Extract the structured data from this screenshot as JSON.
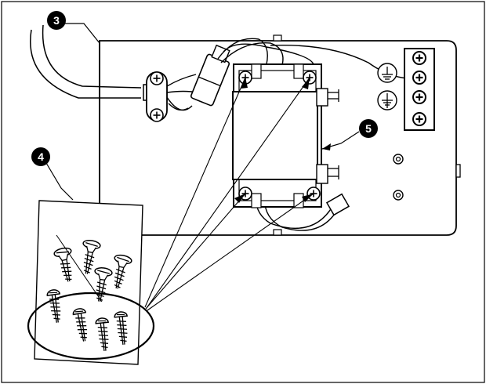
{
  "figure": {
    "callouts": [
      {
        "id": "3",
        "label": "3"
      },
      {
        "id": "4",
        "label": "4"
      },
      {
        "id": "5",
        "label": "5"
      }
    ],
    "icons": {
      "ground": "ground-symbol-icon",
      "screw_head": "phillips-screw-head-icon",
      "terminal_block": "terminal-block-icon"
    }
  }
}
